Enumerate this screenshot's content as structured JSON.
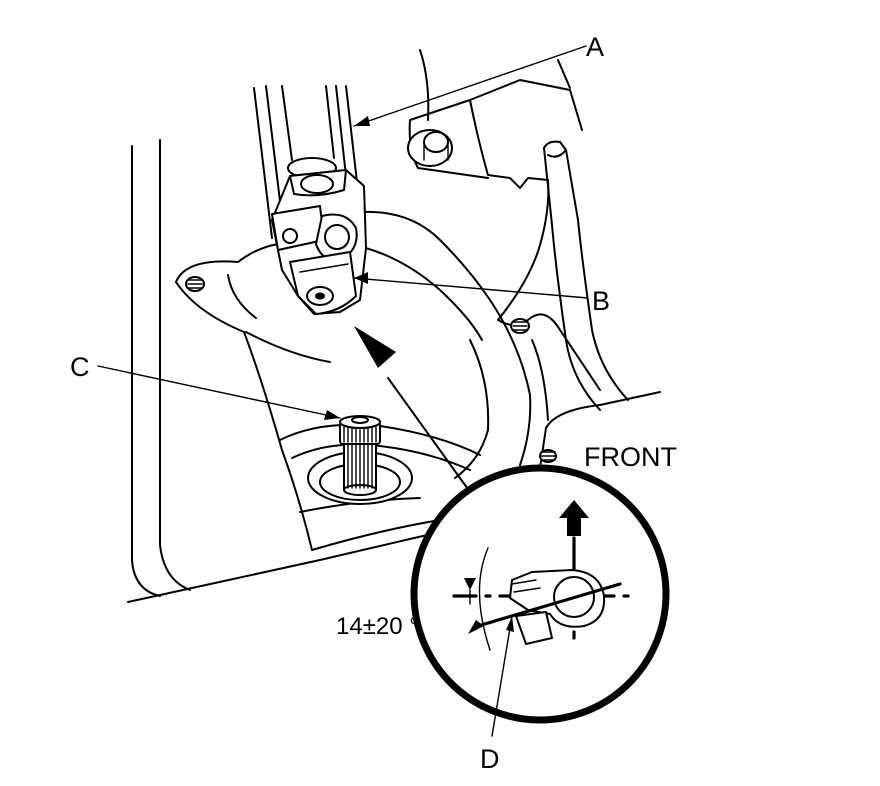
{
  "labels": {
    "a": "A",
    "b": "B",
    "c": "C",
    "d": "D",
    "front": "FRONT",
    "angle": "14±20 °"
  }
}
